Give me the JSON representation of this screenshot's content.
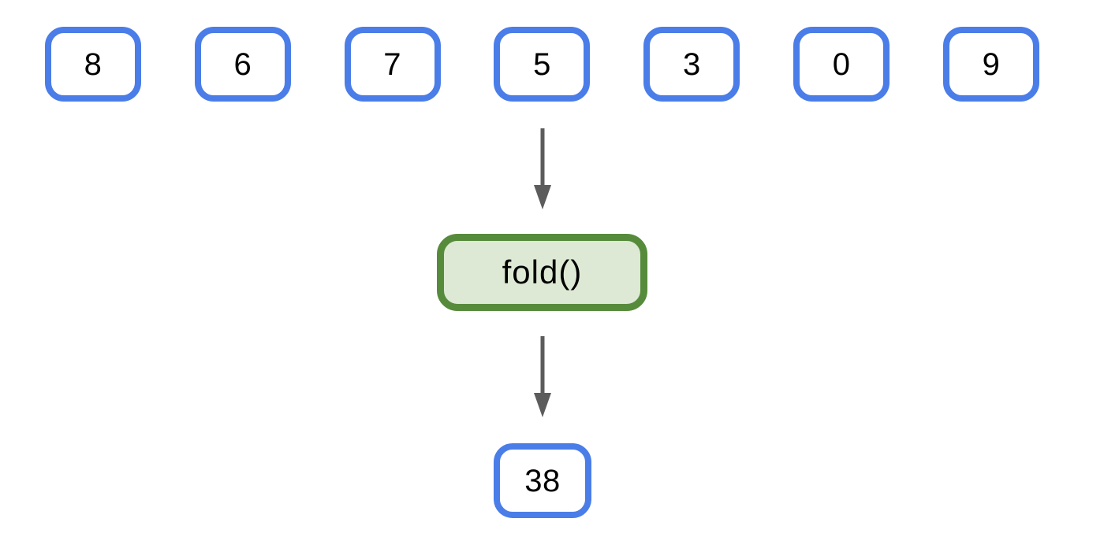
{
  "diagram": {
    "input_values": [
      "8",
      "6",
      "7",
      "5",
      "3",
      "0",
      "9"
    ],
    "operation_label": "fold()",
    "result_value": "38",
    "colors": {
      "box_border": "#4a7de8",
      "box_fill": "#ffffff",
      "op_border": "#578b3c",
      "op_fill": "#dde9d4",
      "arrow": "#5c5c5c",
      "text": "#000000",
      "background": "#ffffff"
    }
  }
}
